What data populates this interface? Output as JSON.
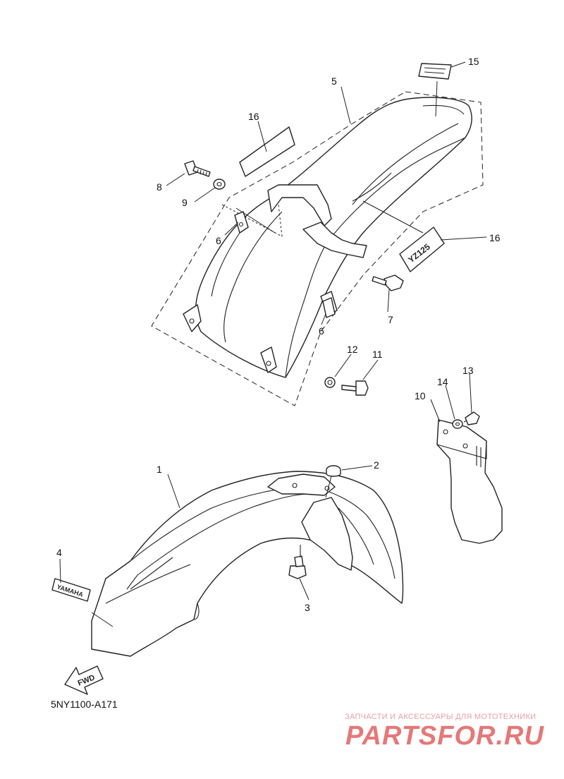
{
  "diagram": {
    "code": "5NY1100-A171",
    "callouts": {
      "c1": "1",
      "c2": "2",
      "c3": "3",
      "c4": "4",
      "c5": "5",
      "c6a": "6",
      "c6b": "6",
      "c7": "7",
      "c8": "8",
      "c9": "9",
      "c10": "10",
      "c11": "11",
      "c12": "12",
      "c13": "13",
      "c14": "14",
      "c15": "15",
      "c16a": "16",
      "c16b": "16"
    },
    "decals": {
      "fwd": "FWD",
      "yamaha": "YAMAHA",
      "model": "YZ125"
    }
  },
  "watermark": {
    "subtitle": "ЗАПЧАСТИ И АКСЕССУАРЫ ДЛЯ МОТОТЕХНИКИ",
    "logo": "PARTSFOR.RU"
  }
}
